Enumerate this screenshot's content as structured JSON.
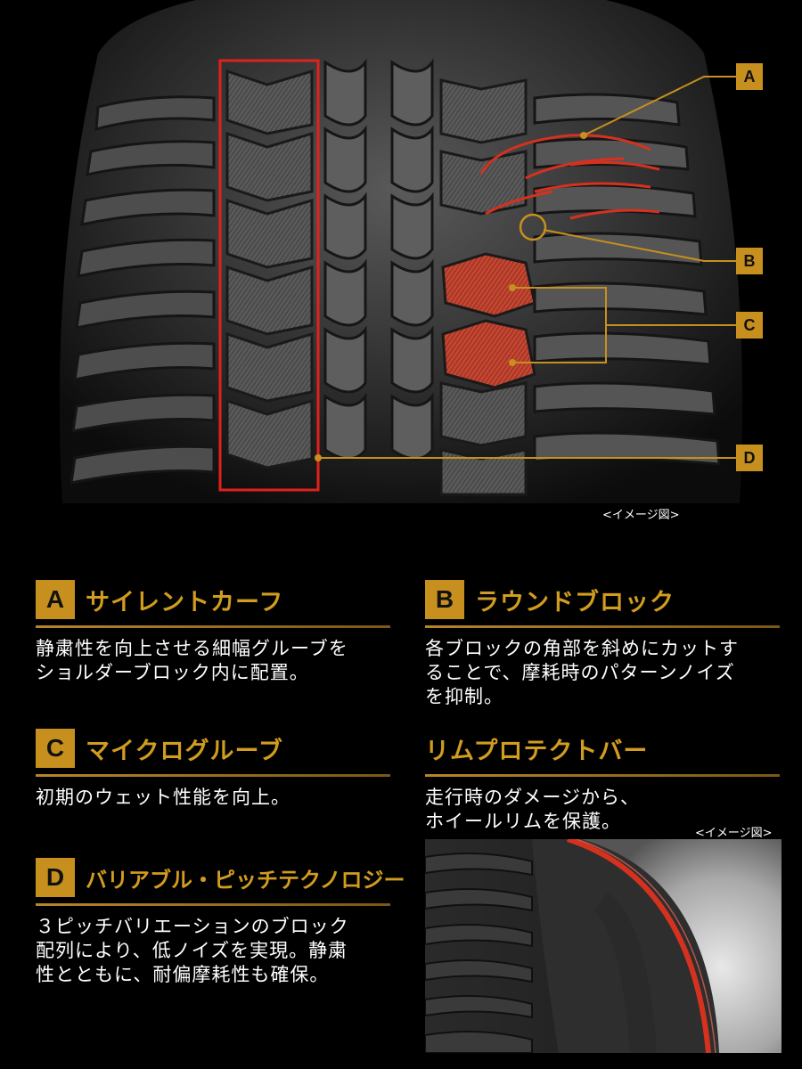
{
  "callouts": [
    {
      "letter": "A"
    },
    {
      "letter": "B"
    },
    {
      "letter": "C"
    },
    {
      "letter": "D"
    }
  ],
  "image_caption_top": "<イメージ図>",
  "image_caption_rim": "<イメージ図>",
  "features": [
    {
      "badge": "A",
      "title": "サイレントカーフ",
      "body": [
        "静粛性を向上させる細幅グルーブを",
        "ショルダーブロック内に配置。"
      ]
    },
    {
      "badge": "B",
      "title": "ラウンドブロック",
      "body": [
        "各ブロックの角部を斜めにカットす",
        "ることで、摩耗時のパターンノイズ",
        "を抑制。"
      ]
    },
    {
      "badge": "C",
      "title": "マイクログルーブ",
      "body": [
        "初期のウェット性能を向上。"
      ]
    },
    {
      "badge": "",
      "title": "リムプロテクトバー",
      "body": [
        "走行時のダメージから、",
        "ホイールリムを保護。"
      ]
    },
    {
      "badge": "D",
      "title": "バリアブル・ピッチテクノロジー",
      "body": [
        "３ピッチバリエーションのブロック",
        "配列により、低ノイズを実現。静粛",
        "性とともに、耐偏摩耗性も確保。"
      ]
    }
  ],
  "colors": {
    "accent": "#c7901e",
    "title": "#d19c1f",
    "highlight": "#d4321f"
  }
}
